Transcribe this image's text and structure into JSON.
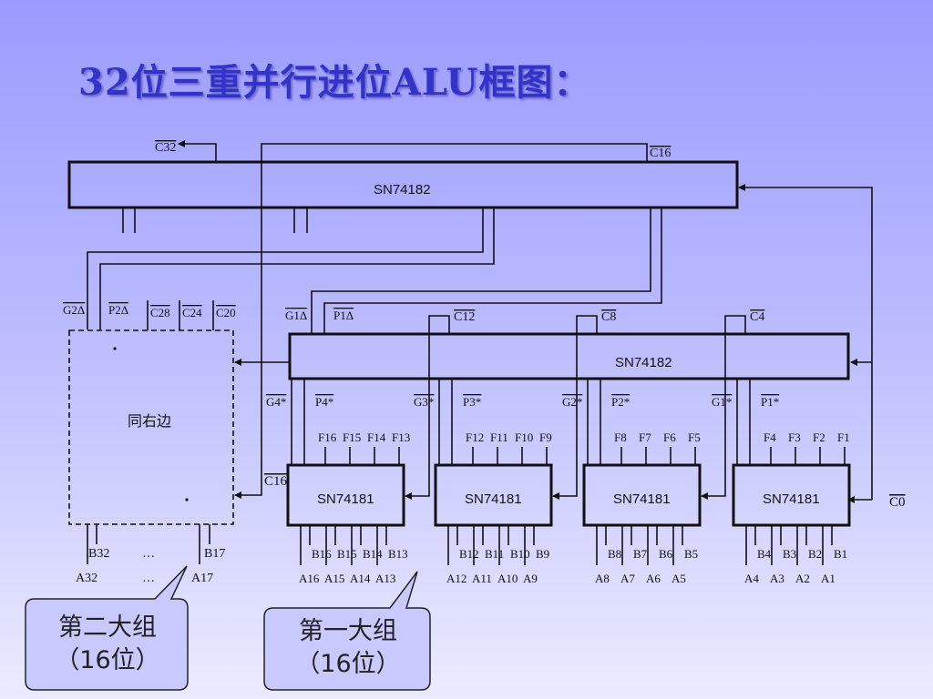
{
  "title": "32位三重并行进位ALU框图：",
  "top_chip": {
    "label": "SN74182",
    "out_left": "C32",
    "out_right": "C16"
  },
  "mid_chip": {
    "label": "SN74182"
  },
  "left_group": {
    "box_label": "同右边",
    "top_pins": [
      "G2Δ",
      "P2Δ",
      "C28",
      "C24",
      "C20"
    ],
    "carry_in": "C16",
    "b_labels": [
      "B32",
      "…",
      "B17"
    ],
    "a_labels": [
      "A32",
      "…",
      "A17"
    ]
  },
  "g1": "G1Δ",
  "p1": "P1Δ",
  "c0": "C0",
  "alus": [
    {
      "label": "SN74181",
      "g": "G4*",
      "p": "P4*",
      "f": [
        "F16",
        "F15",
        "F14",
        "F13"
      ],
      "b": [
        "B16",
        "B15",
        "B14",
        "B13"
      ],
      "a": [
        "A16",
        "A15",
        "A14",
        "A13"
      ],
      "carry": "C12"
    },
    {
      "label": "SN74181",
      "g": "G3*",
      "p": "P3*",
      "f": [
        "F12",
        "F11",
        "F10",
        "F9"
      ],
      "b": [
        "B12",
        "B11",
        "B10",
        "B9"
      ],
      "a": [
        "A12",
        "A11",
        "A10",
        "A9"
      ],
      "carry": "C8"
    },
    {
      "label": "SN74181",
      "g": "G2*",
      "p": "P2*",
      "f": [
        "F8",
        "F7",
        "F6",
        "F5"
      ],
      "b": [
        "B8",
        "B7",
        "B6",
        "B5"
      ],
      "a": [
        "A8",
        "A7",
        "A6",
        "A5"
      ],
      "carry": "C4"
    },
    {
      "label": "SN74181",
      "g": "G1*",
      "p": "P1*",
      "f": [
        "F4",
        "F3",
        "F2",
        "F1"
      ],
      "b": [
        "B4",
        "B3",
        "B2",
        "B1"
      ],
      "a": [
        "A4",
        "A3",
        "A2",
        "A1"
      ],
      "carry": ""
    }
  ],
  "callouts": [
    {
      "line1": "第二大组",
      "line2": "（16位）"
    },
    {
      "line1": "第一大组",
      "line2": "（16位）"
    }
  ]
}
